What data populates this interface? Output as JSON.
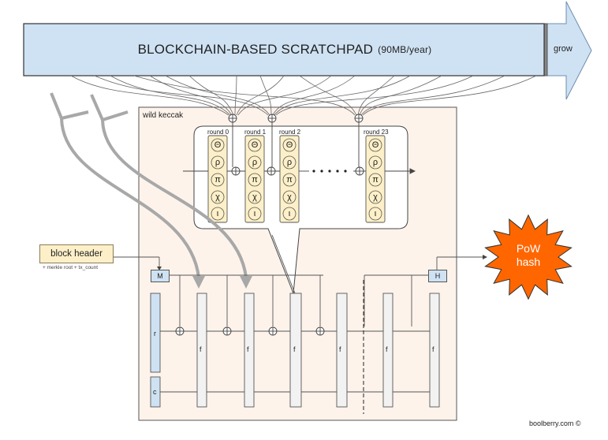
{
  "banner": {
    "title": "BLOCKCHAIN-BASED SCRATCHPAD",
    "subtitle": "(90MB/year)"
  },
  "grow_label": "grow",
  "wild_keccak_label": "wild keccak",
  "rounds": [
    {
      "label": "round 0"
    },
    {
      "label": "round 1"
    },
    {
      "label": "round 2"
    },
    {
      "label": "round 23"
    }
  ],
  "round_steps": [
    "Θ",
    "ρ",
    "π",
    "χ",
    "ι"
  ],
  "block_header": {
    "label": "block header",
    "sub": "+ merkle root + tx_count"
  },
  "sponge": {
    "m_label": "M",
    "h_label": "H",
    "r_label": "r",
    "c_label": "c",
    "f_label": "f"
  },
  "pow": {
    "line1": "PoW",
    "line2": "hash"
  },
  "footer": "boolberry.com ©",
  "colors": {
    "banner_fill": "#cfe2f3",
    "wild_keccak_fill": "#fdf3eb",
    "round_fill": "#fdf0c8",
    "pow_fill": "#ff6600",
    "arrow_gray": "#a8a8a8"
  }
}
